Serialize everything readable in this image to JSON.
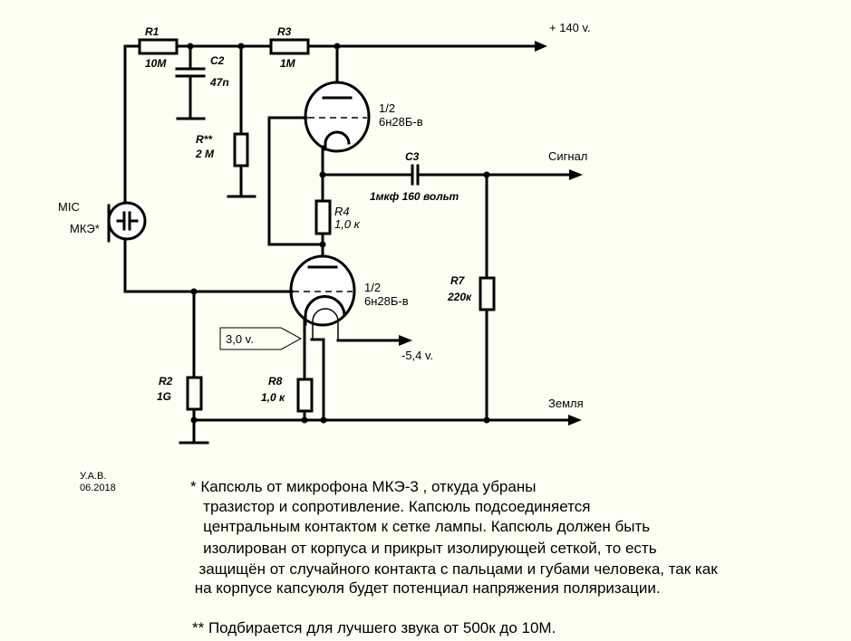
{
  "diagram": {
    "supply_label": "+  140 v.",
    "signal_label": "Сигнал",
    "ground_label": "Земля",
    "neg_label": "-5,4 v.",
    "bias_label": "3,0 v.",
    "mic": {
      "name": "MIC",
      "type": "МКЭ*"
    },
    "tube_top": {
      "half": "1/2",
      "model": "6н28Б-в"
    },
    "tube_bottom": {
      "half": "1/2",
      "model": "6н28Б-в"
    },
    "components": {
      "R1": {
        "ref": "R1",
        "value": "10M"
      },
      "C2": {
        "ref": "C2",
        "value": "47n"
      },
      "R3": {
        "ref": "R3",
        "value": "1M"
      },
      "Rx": {
        "ref": "R**",
        "value": "2 M"
      },
      "C3": {
        "ref": "C3",
        "value": "1мкф 160 вольт"
      },
      "R4": {
        "ref": "R4",
        "value": "1,0 к"
      },
      "R7": {
        "ref": "R7",
        "value": "220к"
      },
      "R2": {
        "ref": "R2",
        "value": "1G"
      },
      "R8": {
        "ref": "R8",
        "value": "1,0 к"
      }
    }
  },
  "author": {
    "initials": "У.А.В.",
    "date": "06.2018"
  },
  "notes": {
    "note1": [
      "* Капсюль от микрофона МКЭ-3 , откуда убраны",
      "   тразистор и сопротивление. Капсюль подсоединяется",
      "   центральным контактом к сетке лампы. Капсюль должен быть",
      "   изолирован от корпуса и прикрыт изолирующей сеткой, то есть",
      "  защищён от случайного контакта с пальцами и губами человека, так как",
      " на корпусе капсуюля будет потенциал напряжения поляризации."
    ],
    "note2": "** Подбирается для лучшего звука от 500к до 10М."
  }
}
